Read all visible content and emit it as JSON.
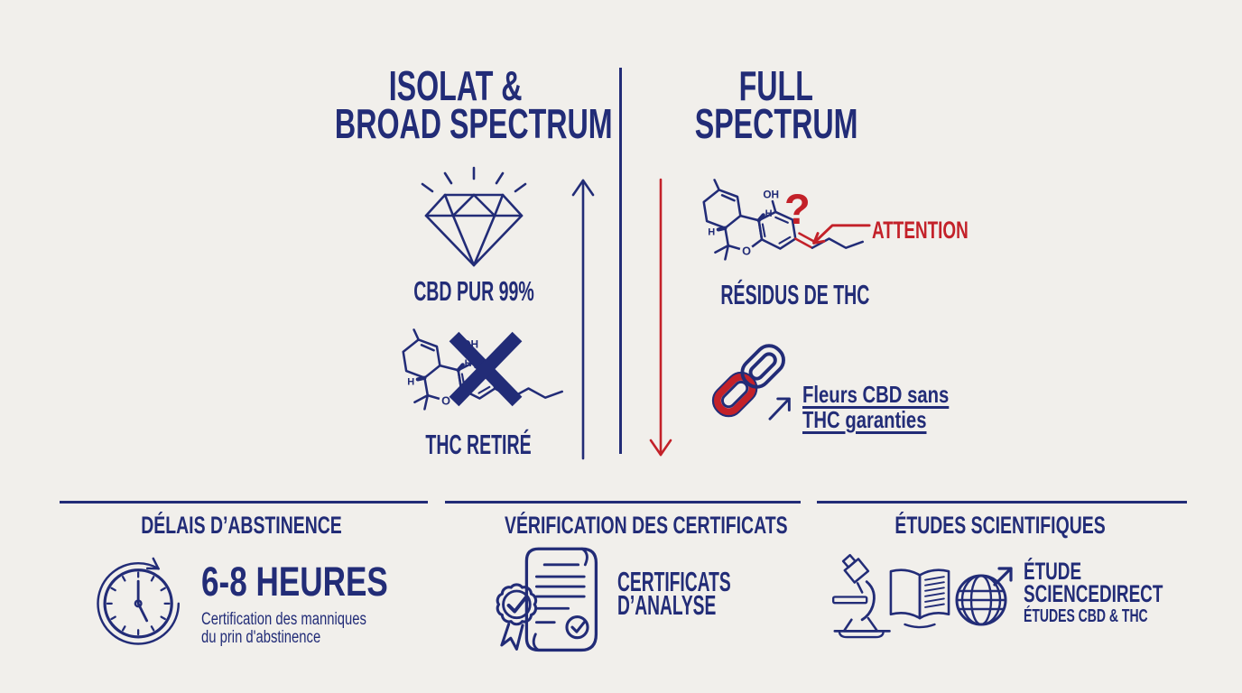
{
  "colors": {
    "background": "#f1efeb",
    "navy": "#222c77",
    "red": "#c32129"
  },
  "columns": {
    "left": {
      "title_line1": "ISOLAT &",
      "title_line2": "BROAD SPECTRUM",
      "purity_label": "CBD PUR 99%",
      "thc_label": "THC RETIRÉ"
    },
    "right": {
      "title_line1": "FULL",
      "title_line2": "SPECTRUM",
      "question_mark": "?",
      "attention_label": "ATTENTION",
      "residue_label": "RÉSIDUS DE THC",
      "guarantee_line1": "Fleurs CBD sans",
      "guarantee_line2": "THC garanties"
    }
  },
  "molecule": {
    "oh": "OH",
    "h": "H",
    "o": "O"
  },
  "sections": {
    "abstinence": {
      "title": "DÉLAIS D’ABSTINENCE",
      "duration": "6-8 HEURES",
      "note_line1": "Certification des manniques",
      "note_line2": "du prin d'abstinence"
    },
    "certificates": {
      "title": "VÉRIFICATION DES CERTIFICATS",
      "label_line1": "CERTIFICATS",
      "label_line2": "D’ANALYSE"
    },
    "studies": {
      "title": "ÉTUDES SCIENTIFIQUES",
      "label_line1": "ÉTUDE",
      "label_line2": "SCIENCEDIRECT",
      "sub_label": "ÉTUDES CBD & THC"
    }
  },
  "icons": [
    "diamond-icon",
    "thc-molecule-icon",
    "cross-x-icon",
    "up-arrow-icon",
    "down-arrow-icon",
    "attention-arrow-icon",
    "chain-link-icon",
    "growth-arrow-icon",
    "clock-icon",
    "certificate-icon",
    "microscope-icon",
    "open-book-icon",
    "globe-icon"
  ]
}
